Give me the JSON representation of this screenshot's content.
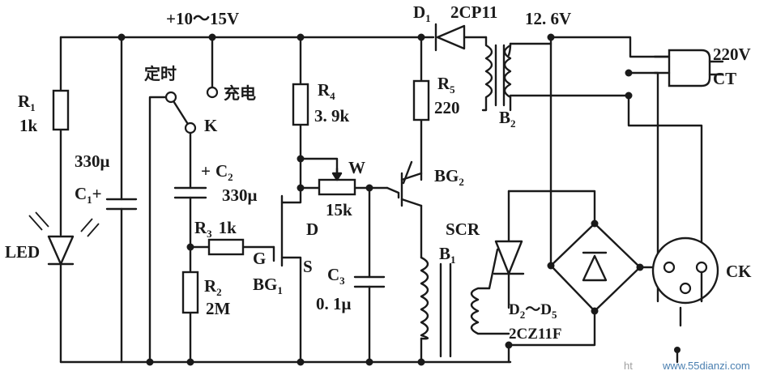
{
  "supply_label": "+10～15V",
  "timer_label": "定时",
  "charge_label": "充电",
  "switch_label": "K",
  "components": {
    "r1": {
      "name": "R",
      "sub": "1",
      "value": "1k"
    },
    "c1": {
      "value": "330μ",
      "name": "C",
      "sub": "1",
      "sign": "+"
    },
    "led": {
      "name": "LED"
    },
    "c2": {
      "sign": "+",
      "name": "C",
      "sub": "2",
      "value": "330μ"
    },
    "r3": {
      "name": "R",
      "sub": "3",
      "value": "1k"
    },
    "r2": {
      "name": "R",
      "sub": "2",
      "value": "2M"
    },
    "bg1": {
      "name": "BG",
      "sub": "1",
      "g": "G",
      "d": "D",
      "s": "S"
    },
    "r4": {
      "name": "R",
      "sub": "4",
      "value": "3. 9k"
    },
    "w": {
      "name": "W",
      "value": "15k"
    },
    "c3": {
      "name": "C",
      "sub": "3",
      "value": "0. 1μ"
    },
    "b1": {
      "name": "B",
      "sub": "1"
    },
    "bg2": {
      "name": "BG",
      "sub": "2"
    },
    "r5": {
      "name": "R",
      "sub": "5",
      "value": "220"
    },
    "d1": {
      "name": "D",
      "sub": "1",
      "value": "2CP11"
    },
    "b2": {
      "name": "B",
      "sub": "2",
      "value": "12. 6V"
    },
    "scr": {
      "name": "SCR"
    },
    "bridge": {
      "name": "D",
      "sub1": "2",
      "range": "～D",
      "sub2": "5",
      "value": "2CZ11F"
    },
    "plug": {
      "voltage": "220V",
      "name": "CT"
    },
    "socket": {
      "name": "CK"
    }
  },
  "watermark": {
    "left": "ht",
    "site": "www.55dianzi.com"
  }
}
